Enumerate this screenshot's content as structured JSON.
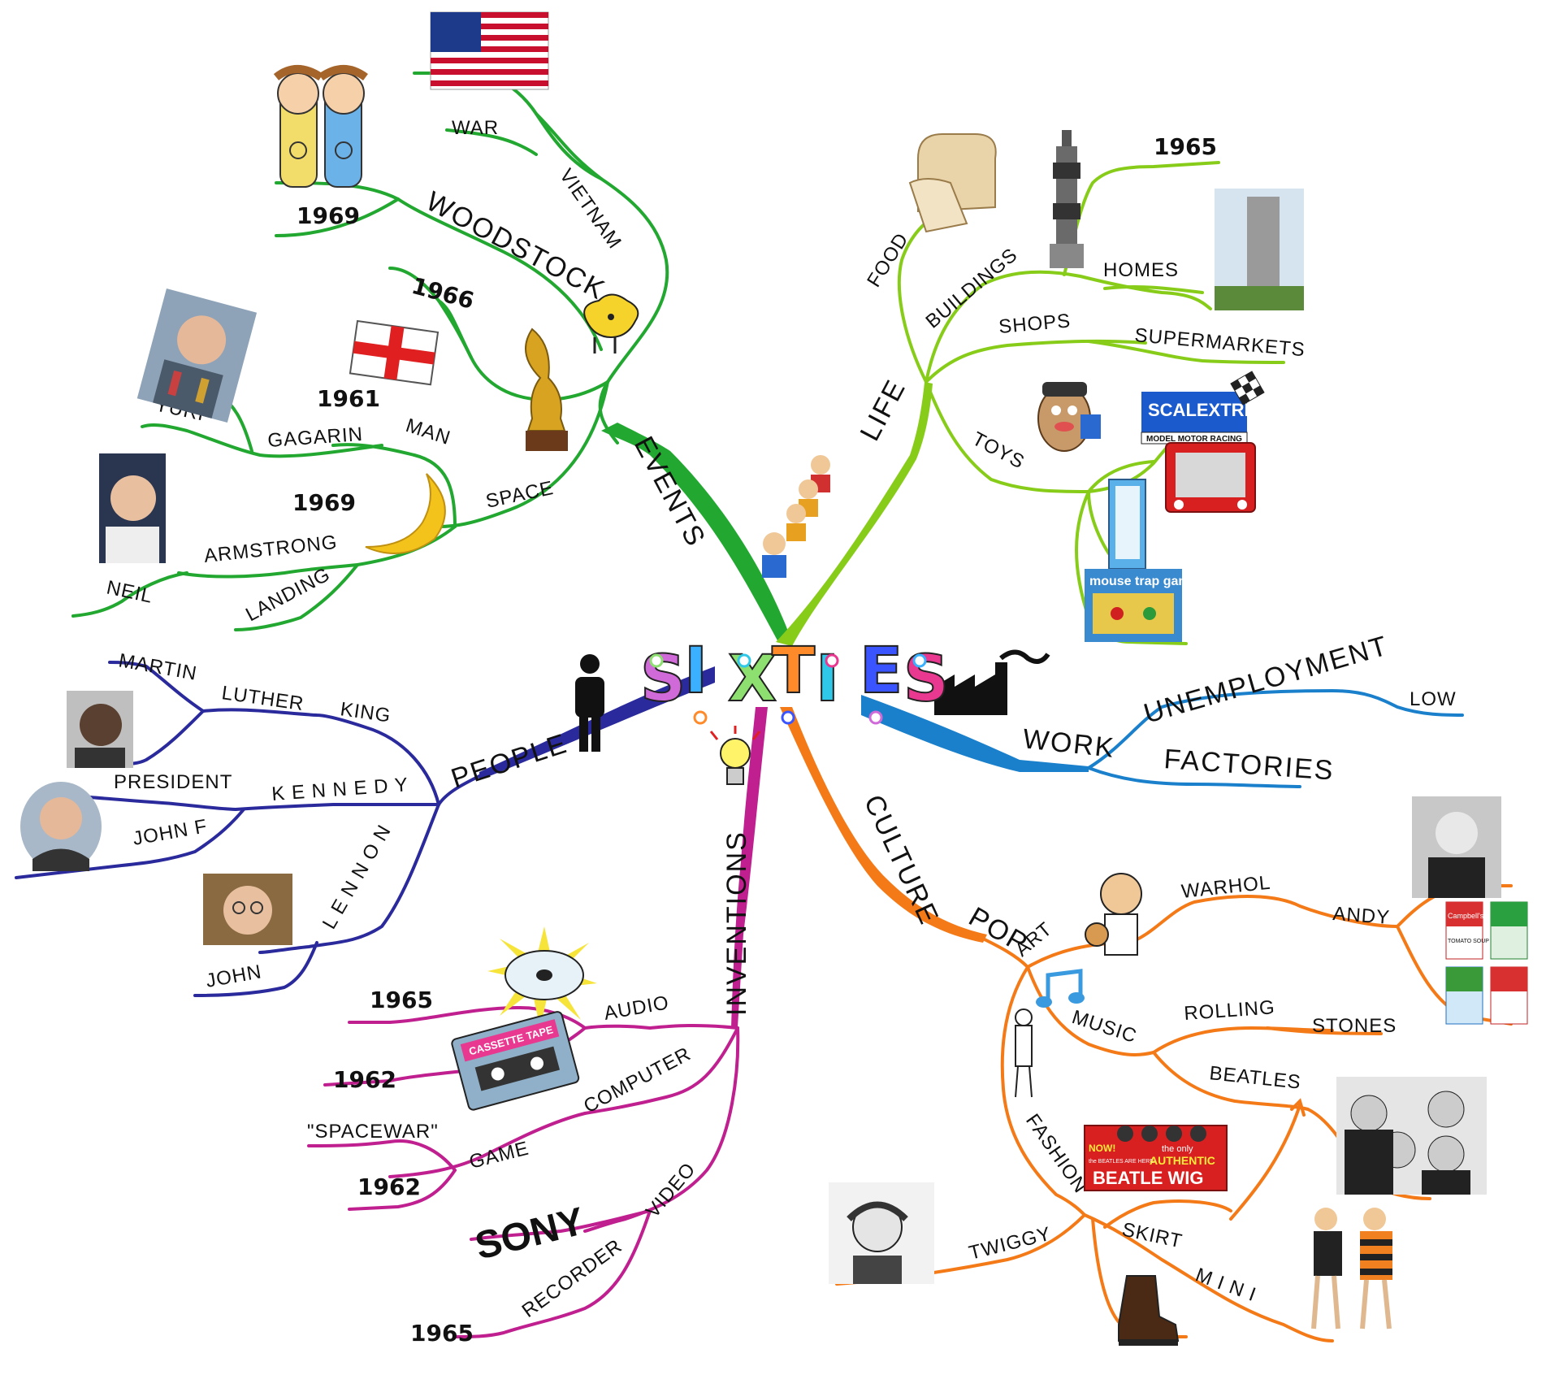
{
  "center": {
    "title_letters": [
      "S",
      "I",
      "X",
      "T",
      "I",
      "E",
      "S"
    ],
    "letter_colors": [
      "#d06ad8",
      "#3ab0ff",
      "#8de070",
      "#ff8a2a",
      "#30c8e8",
      "#3a55ff",
      "#e83890"
    ]
  },
  "colors": {
    "events": "#22a830",
    "life": "#88cc1a",
    "people": "#2a2a9c",
    "work": "#1a80cc",
    "inventions": "#c0208f",
    "culture": "#f47a18"
  },
  "events": {
    "main": "EVENTS",
    "vietnam": "VIETNAM",
    "war": "WAR",
    "woodstock": "WOODSTOCK",
    "woodstock_year": "1969",
    "worldcup_year": "1966",
    "space": "SPACE",
    "man": "MAN",
    "man_year": "1961",
    "gagarin": "GAGARIN",
    "yuri": "YURI",
    "landing_year": "1969",
    "armstrong": "ARMSTRONG",
    "neil": "NEIL",
    "landing": "LANDING"
  },
  "life": {
    "main": "LIFE",
    "food": "FOOD",
    "buildings": "BUILDINGS",
    "tower_year": "1965",
    "homes": "HOMES",
    "shops": "SHOPS",
    "supermarkets": "SUPERMARKETS",
    "toys": "TOYS",
    "scalextric": "SCALEXTRIC",
    "scalextric_sub": "MODEL MOTOR RACING",
    "mousetrap": "mouse trap game"
  },
  "people": {
    "main": "PEOPLE",
    "king": "KING",
    "luther": "LUTHER",
    "martin": "MARTIN",
    "kennedy": "K E N N E D Y",
    "president": "PRESIDENT",
    "john_f": "JOHN F",
    "lennon": "L E N N O N",
    "john": "JOHN"
  },
  "work": {
    "main": "WORK",
    "unemployment": "UNEMPLOYMENT",
    "low": "LOW",
    "factories": "FACTORIES"
  },
  "inventions": {
    "main": "INVENTIONS",
    "audio": "AUDIO",
    "audio_year": "1965",
    "cassette_year": "1962",
    "cassette_label": "CASSETTE TAPE",
    "computer": "COMPUTER",
    "game": "GAME",
    "spacewar": "\"SPACEWAR\"",
    "game_year": "1962",
    "video": "VIDEO",
    "sony": "SONY",
    "recorder": "RECORDER",
    "recorder_year": "1965"
  },
  "culture": {
    "main": "CULTURE",
    "pop": "POP",
    "art": "ART",
    "warhol": "WARHOL",
    "andy": "ANDY",
    "music": "MUSIC",
    "rolling": "ROLLING",
    "stones": "STONES",
    "beatles": "BEATLES",
    "fashion": "FASHION",
    "twiggy": "TWIGGY",
    "skirt": "SKIRT",
    "mini": "M I N I",
    "wig_now": "NOW!",
    "wig_sub": "the BEATLES ARE HERE!",
    "wig_line1": "the only",
    "wig_line2": "AUTHENTIC",
    "wig_line3": "BEATLE WIG",
    "soup_brand": "Campbell's",
    "soup_name": "TOMATO SOUP"
  }
}
